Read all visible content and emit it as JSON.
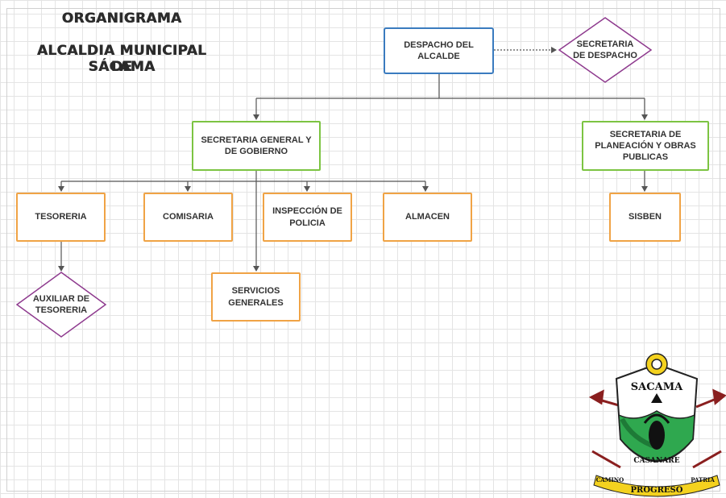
{
  "header": {
    "title": "ORGANIGRAMA",
    "org_line1": "ALCALDIA MUNICIPAL DE",
    "org_line2": "SÁCAMA"
  },
  "nodes": {
    "despacho": "DESPACHO DEL ALCALDE",
    "secretaria_despacho": "SECRETARIA DE DESPACHO",
    "secretaria_general": "SECRETARIA GENERAL Y DE GOBIERNO",
    "secretaria_planeacion": "SECRETARIA DE PLANEACIÓN Y OBRAS PUBLICAS",
    "tesoreria": "TESORERIA",
    "comisaria": "COMISARIA",
    "inspeccion": "INSPECCIÓN DE POLICIA",
    "almacen": "ALMACEN",
    "sisben": "SISBEN",
    "auxiliar": "AUXILIAR DE TESORERIA",
    "servicios": "SERVICIOS GENERALES"
  },
  "logo": {
    "top_text": "SACAMA",
    "region_text": "CASANARE",
    "ribbon_left": "CAMINO",
    "ribbon_center": "PROGRESO",
    "ribbon_right": "PATRIA"
  },
  "colors": {
    "blue_border": "#3a7bbf",
    "green_border": "#7cc442",
    "orange_border": "#f0a345",
    "purple_border": "#8e3a8e",
    "connector": "#555555"
  }
}
